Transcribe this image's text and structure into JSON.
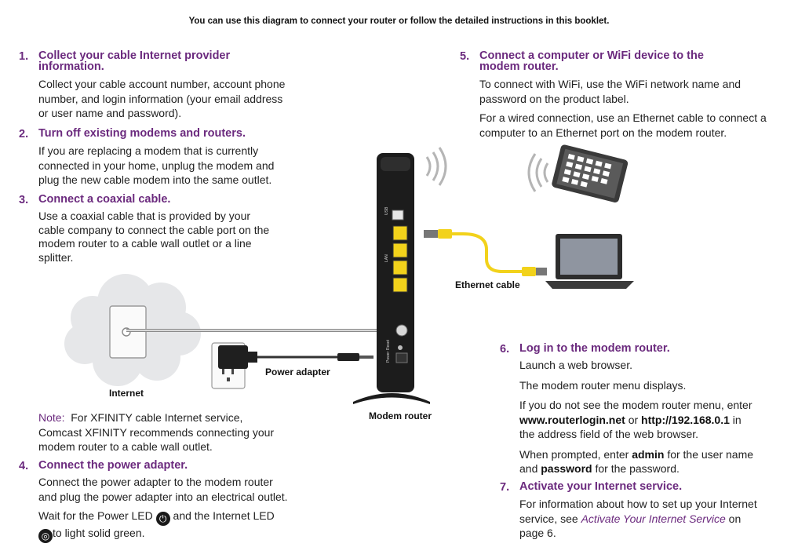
{
  "header": "You can use this diagram to connect your router or follow the detailed instructions in this booklet.",
  "steps": {
    "s1": {
      "num": "1.",
      "title1": "Collect your cable Internet provider",
      "title2": "information.",
      "body": [
        "Collect your cable account number, account phone",
        "number, and login information (your email address",
        "or user name and password)."
      ]
    },
    "s2": {
      "num": "2.",
      "title": "Turn off existing modems and routers.",
      "body": [
        "If you are replacing a modem that is currently",
        "connected in your home, unplug the modem and",
        "plug the new cable modem into the same outlet."
      ]
    },
    "s3": {
      "num": "3.",
      "title": "Connect a coaxial cable.",
      "body": [
        "Use a coaxial cable that is provided by your",
        "cable company to connect the cable port on the",
        "modem router to a cable wall outlet or a line",
        "splitter."
      ]
    },
    "note": {
      "label": "Note:",
      "l1": "For XFINITY cable Internet service,",
      "l2": "Comcast XFINITY recommends connecting your",
      "l3": "modem router to a cable wall outlet."
    },
    "s4": {
      "num": "4.",
      "title": "Connect the power adapter.",
      "body": [
        "Connect the power adapter to the modem router",
        "and plug the power adapter into an electrical outlet."
      ],
      "wait_a": "Wait for the Power LED",
      "wait_b": "and the Internet LED",
      "wait_c": "to light solid green."
    },
    "s5": {
      "num": "5.",
      "title1": "Connect a computer or WiFi device to the",
      "title2": "modem router.",
      "p1": [
        "To connect with WiFi, use the WiFi network name and",
        "password on the product label."
      ],
      "p2": [
        "For a wired connection, use an Ethernet cable to connect a",
        "computer to an Ethernet port on the modem router."
      ]
    },
    "s6": {
      "num": "6.",
      "title": "Log in to the modem router.",
      "p1": "Launch a web browser.",
      "p2": "The modem router menu displays.",
      "p3_a": "If you do not see the modem router menu, enter",
      "p3_url1": "www.routerlogin.net",
      "p3_or": "or",
      "p3_url2": "http://192.168.0.1",
      "p3_in": "in",
      "p3_b": "the address field of the web browser.",
      "p4_a": "When prompted, enter",
      "p4_admin": "admin",
      "p4_b": "for the user name",
      "p4_c": "and",
      "p4_password": "password",
      "p4_d": "for the password."
    },
    "s7": {
      "num": "7.",
      "title": "Activate your Internet service.",
      "l1": "For information about how to set up your Internet",
      "l2_a": "service, see",
      "l2_link": "Activate Your Internet Service",
      "l2_b": "on",
      "l3": "page 6."
    }
  },
  "diagram": {
    "internet": "Internet",
    "power_adapter": "Power adapter",
    "modem_router": "Modem router",
    "ethernet_cable": "Ethernet cable",
    "router_port_labels": [
      "USB",
      "LAN",
      "Reset",
      "Power"
    ],
    "power_led_icon": "power-icon",
    "internet_led_icon": "internet-globe-icon"
  },
  "colors": {
    "accent": "#6b2a7e",
    "cable_yellow": "#f2d21b",
    "router": "#1c1c1c"
  }
}
